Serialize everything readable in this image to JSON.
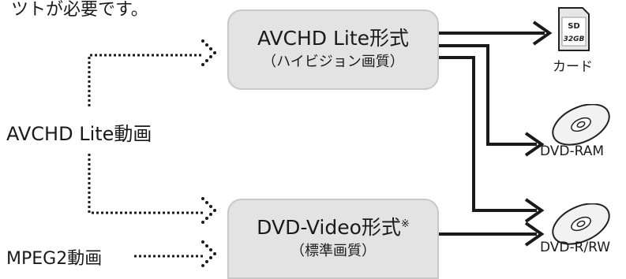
{
  "top_fragment": "ツトが必要です。",
  "sources": {
    "avchd_lite": "AVCHD Lite動画",
    "mpeg2": "MPEG2動画"
  },
  "formats": {
    "avchd": {
      "title": "AVCHD Lite形式",
      "subtitle": "（ハイビジョン画質）"
    },
    "dvd_video": {
      "title": "DVD-Video形式",
      "note_mark": "※",
      "subtitle": "（標準画質）"
    }
  },
  "destinations": {
    "card": {
      "label": "カード",
      "sd_logo": "SD",
      "capacity": "32GB"
    },
    "dvd_ram": {
      "label": "DVD-RAM"
    },
    "dvd_rrw": {
      "label": "DVD-R/RW"
    }
  }
}
